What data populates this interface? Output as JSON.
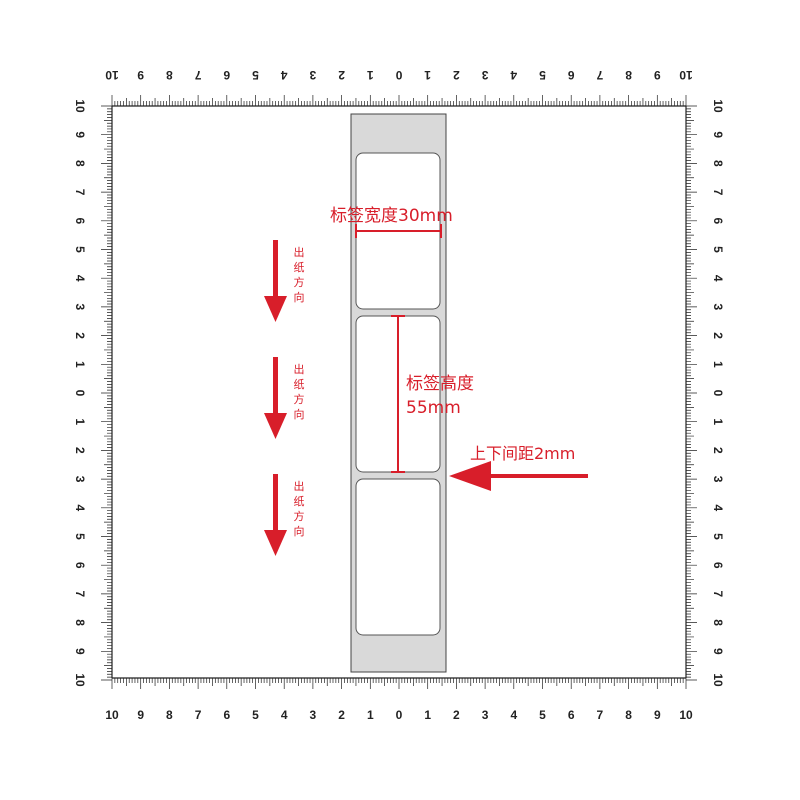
{
  "ruler": {
    "bottom_labels": [
      "10",
      "9",
      "8",
      "7",
      "6",
      "5",
      "4",
      "3",
      "2",
      "1",
      "0",
      "1",
      "2",
      "3",
      "4",
      "5",
      "6",
      "7",
      "8",
      "9",
      "10"
    ],
    "top_labels": [
      "10",
      "9",
      "8",
      "7",
      "6",
      "5",
      "4",
      "3",
      "2",
      "1",
      "0",
      "1",
      "2",
      "3",
      "4",
      "5",
      "6",
      "7",
      "8",
      "9",
      "10"
    ],
    "left_labels": [
      "10",
      "9",
      "8",
      "7",
      "6",
      "5",
      "4",
      "3",
      "2",
      "1",
      "0",
      "1",
      "2",
      "3",
      "4",
      "5",
      "6",
      "7",
      "8",
      "9",
      "10"
    ],
    "right_labels": [
      "10",
      "9",
      "8",
      "7",
      "6",
      "5",
      "4",
      "3",
      "2",
      "1",
      "0",
      "1",
      "2",
      "3",
      "4",
      "5",
      "6",
      "7",
      "8",
      "9",
      "10"
    ]
  },
  "annotations": {
    "label_width": "标签宽度30mm",
    "label_height_line1": "标签高度",
    "label_height_line2": "55mm",
    "gap": "上下间距2mm",
    "feed_direction_chars": [
      "出",
      "纸",
      "方",
      "向"
    ]
  },
  "colors": {
    "accent": "#d81e2a",
    "liner": "#d9d9d9",
    "ruler": "#222222"
  }
}
